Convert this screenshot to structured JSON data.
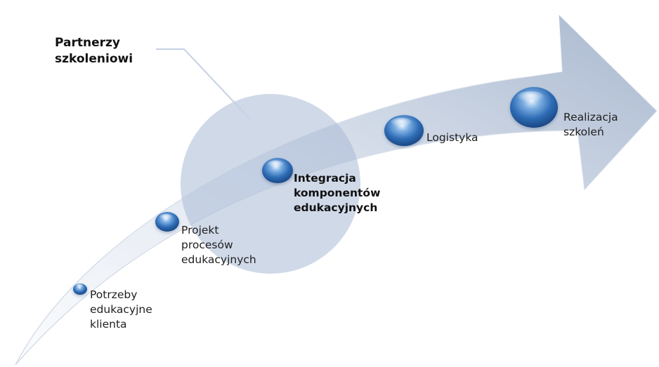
{
  "partner_group": {
    "lines": [
      "Partnerzy",
      "szkoleniowi"
    ]
  },
  "steps": [
    {
      "lines": [
        "Potrzeby",
        "edukacyjne",
        "klienta"
      ],
      "emphasis": false
    },
    {
      "lines": [
        "Projekt",
        "procesów",
        "edukacyjnych"
      ],
      "emphasis": false
    },
    {
      "lines": [
        "Integracja",
        "komponentów",
        "edukacyjnych"
      ],
      "emphasis": true
    },
    {
      "lines": [
        "Logistyka"
      ],
      "emphasis": false
    },
    {
      "lines": [
        "Realizacja",
        "szkoleń"
      ],
      "emphasis": false
    }
  ],
  "colors": {
    "arrow_light": "#f4f6fa",
    "arrow_dark": "#a9b8cf",
    "circle_fill": "#b8c6dc",
    "bubble_dark": "#1c4f8f",
    "bubble_mid": "#3a78c2",
    "bubble_light": "#bcd8f2"
  }
}
